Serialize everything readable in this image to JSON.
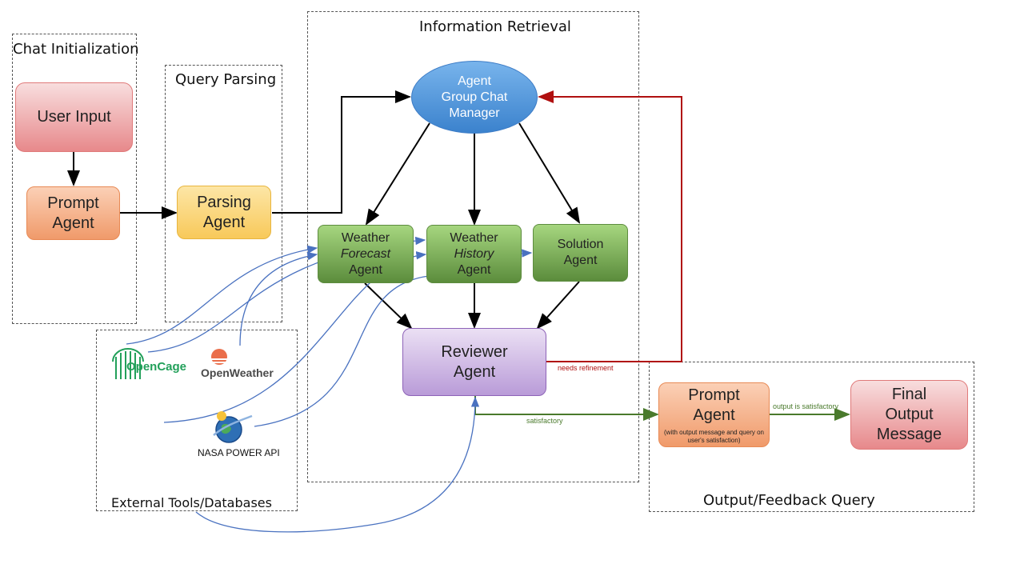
{
  "groups": {
    "chat_init": "Chat Initialization",
    "query_parsing": "Query Parsing",
    "info_retrieval": "Information Retrieval",
    "external_tools": "External Tools/Databases",
    "output_feedback": "Output/Feedback Query"
  },
  "nodes": {
    "user_input": "User Input",
    "prompt_agent_1": {
      "line1": "Prompt",
      "line2": "Agent"
    },
    "parsing_agent": {
      "line1": "Parsing",
      "line2": "Agent"
    },
    "group_chat_manager": {
      "line1": "Agent",
      "line2": "Group Chat",
      "line3": "Manager"
    },
    "weather_forecast": {
      "line1": "Weather",
      "line2": "Forecast",
      "line3": "Agent"
    },
    "weather_history": {
      "line1": "Weather",
      "line2": "History",
      "line3": "Agent"
    },
    "solution_agent": {
      "line1": "Solution",
      "line2": "Agent"
    },
    "reviewer_agent": {
      "line1": "Reviewer",
      "line2": "Agent"
    },
    "prompt_agent_2": {
      "line1": "Prompt",
      "line2": "Agent",
      "note": "(with output message and query on user's satisfaction)"
    },
    "final_output": {
      "line1": "Final",
      "line2": "Output",
      "line3": "Message"
    }
  },
  "tools": {
    "opencage": "OpenCage",
    "openweather": "OpenWeather",
    "nasa_power": "NASA POWER API"
  },
  "edge_labels": {
    "needs_refinement": "needs refinement",
    "satisfactory": "satisfactory",
    "output_satisfactory": "output is satisfactory"
  },
  "colors": {
    "black_arrow": "#000000",
    "feedback_arrow": "#b01010",
    "satisfactory_arrow": "#4a7a2c",
    "tool_link": "#4a72c0"
  }
}
